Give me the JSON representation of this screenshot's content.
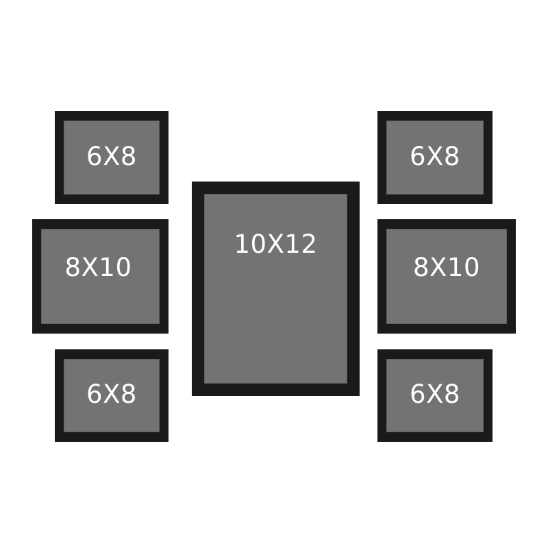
{
  "frames": {
    "top_left": {
      "size": "6X8"
    },
    "middle_left": {
      "size": "8X10"
    },
    "bottom_left": {
      "size": "6X8"
    },
    "center": {
      "size": "10X12"
    },
    "top_right": {
      "size": "6X8"
    },
    "middle_right": {
      "size": "8X10"
    },
    "bottom_right": {
      "size": "6X8"
    }
  },
  "colors": {
    "background": "#ffffff",
    "frame": "#1a1a1a",
    "mat": "#737373",
    "label": "#ffffff"
  }
}
